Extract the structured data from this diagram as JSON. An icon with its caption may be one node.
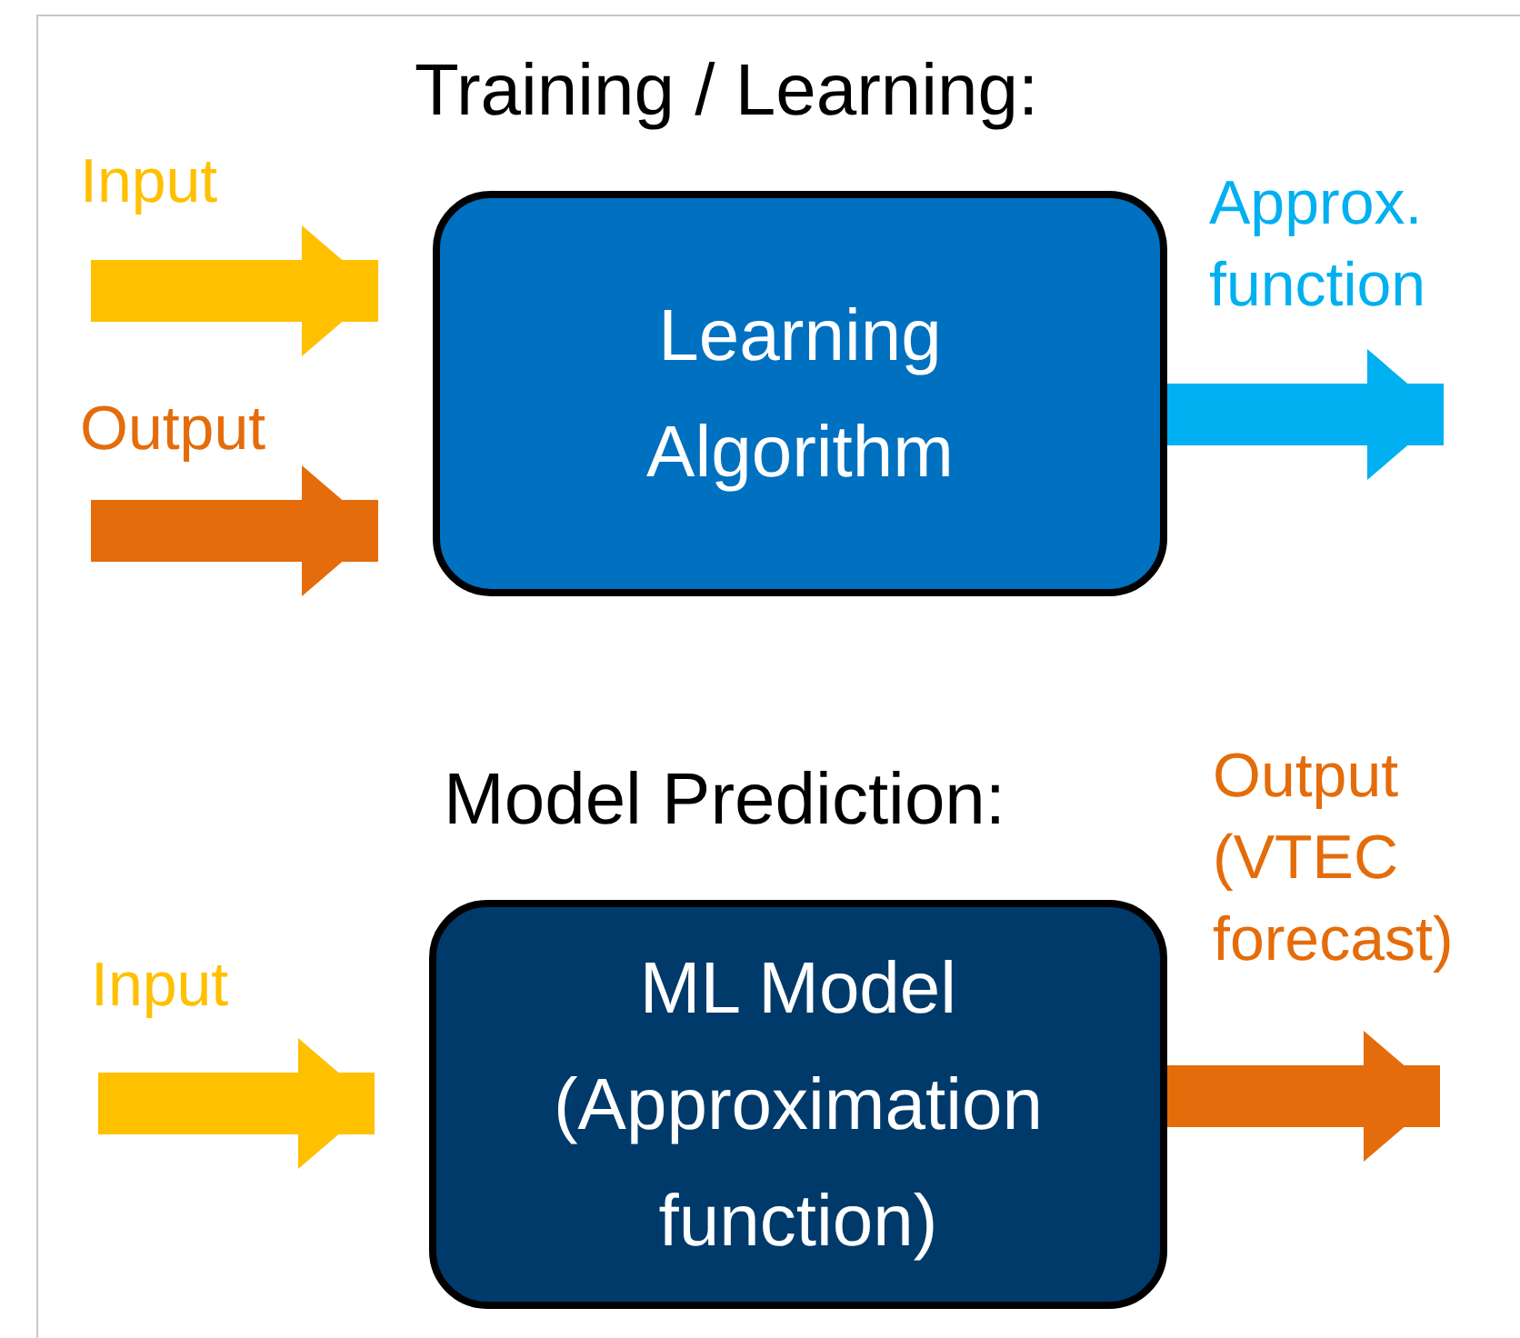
{
  "diagram": {
    "nodes": [
      {
        "text": [
          "Learning Algorithm"
        ],
        "beside": [
          "Training / Learning:"
        ]
      },
      {
        "text": [
          "ML Model (Approximation function)"
        ],
        "beside": [
          "Model Prediction:"
        ]
      }
    ],
    "edges": [
      {
        "from": null,
        "to": 0,
        "arrow": "to",
        "label": "Input",
        "color": "#ffc000"
      },
      {
        "from": null,
        "to": 0,
        "arrow": "to",
        "label": "Output",
        "color": "#e46c0a"
      },
      {
        "from": 0,
        "to": null,
        "arrow": "to",
        "label": "Approx. function",
        "color": "#00b0f0"
      },
      {
        "from": null,
        "to": 1,
        "arrow": "to",
        "label": "Input",
        "color": "#ffc000"
      },
      {
        "from": 1,
        "to": null,
        "arrow": "to",
        "label": "Output (VTEC forecast)",
        "color": "#e46c0a"
      }
    ]
  }
}
